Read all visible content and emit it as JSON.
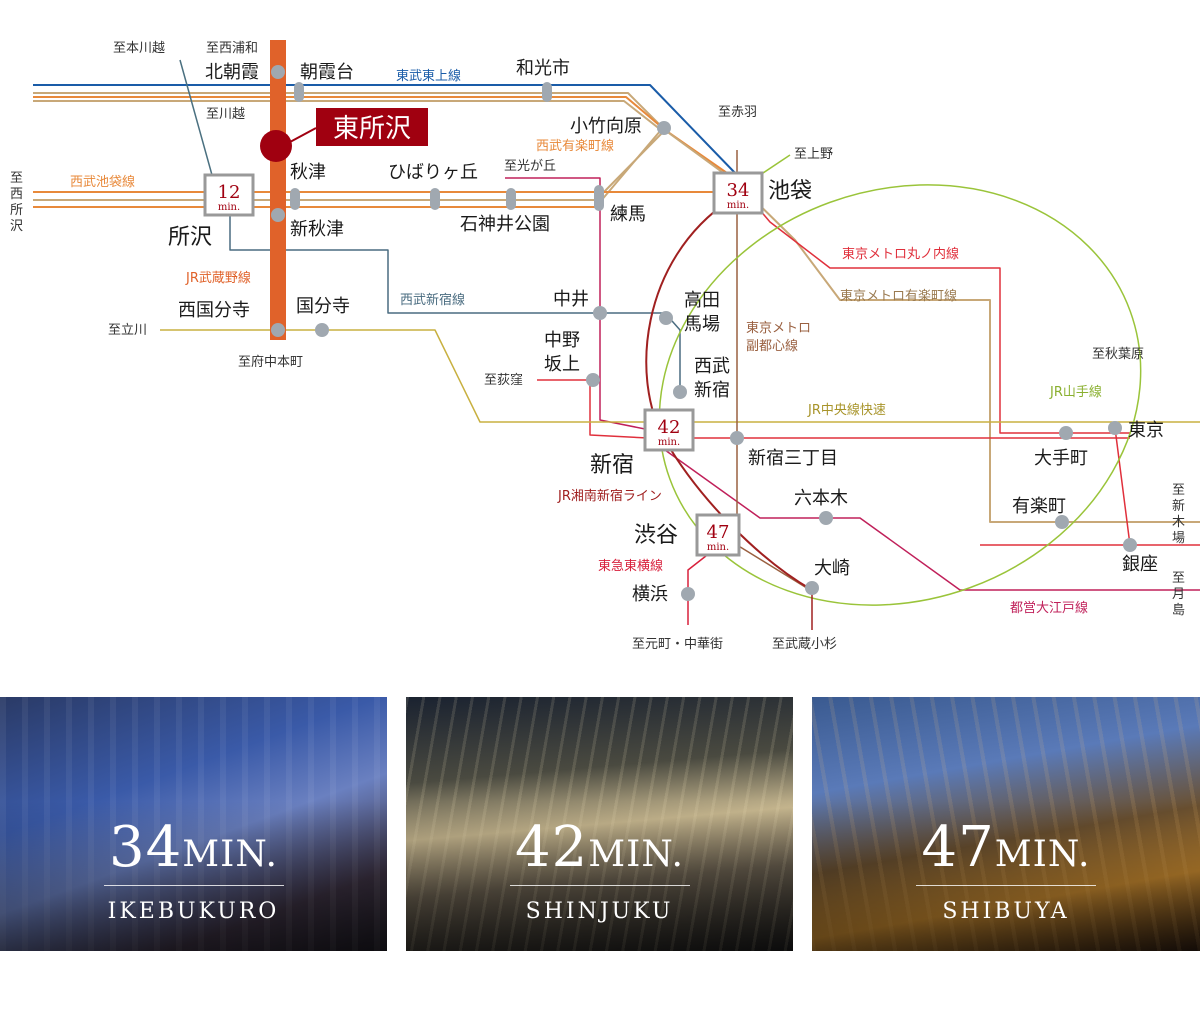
{
  "map": {
    "highlight_station": "東所沢",
    "minutes": {
      "ikebukuro": "34",
      "shinjuku": "42",
      "shibuya": "47",
      "tokorozawa": "12",
      "unit": "min."
    },
    "stations": {
      "kitaasaka": "北朝霞",
      "asakadai": "朝霞台",
      "wakoshi": "和光市",
      "kotakemukaihara": "小竹向原",
      "akitsu": "秋津",
      "hibarigaoka": "ひばりヶ丘",
      "shinakitsu": "新秋津",
      "shakujii": "石神井公園",
      "nerima": "練馬",
      "tokorozawa": "所沢",
      "ikebukuro": "池袋",
      "nishikokubunji": "西国分寺",
      "kokubunji": "国分寺",
      "nakai": "中井",
      "takadanobaba_1": "高田",
      "takadanobaba_2": "馬場",
      "nakanosakaue_1": "中野",
      "nakanosakaue_2": "坂上",
      "nishishinjuku_1": "西武",
      "nishishinjuku_2": "新宿",
      "shinjuku": "新宿",
      "shinjukusanchome": "新宿三丁目",
      "shibuya": "渋谷",
      "roppongi": "六本木",
      "osaki": "大崎",
      "yokohama": "横浜",
      "otemachi": "大手町",
      "tokyo": "東京",
      "yurakucho": "有楽町",
      "ginza": "銀座"
    },
    "directions": {
      "honkawagoe": "至本川越",
      "nishiurawa": "至西浦和",
      "kawagoe": "至川越",
      "akabane": "至赤羽",
      "ueno": "至上野",
      "nishitokorozawa_1": "至",
      "nishitokorozawa_2": "西",
      "nishitokorozawa_3": "所",
      "nishitokorozawa_4": "沢",
      "hikarigaoka": "至光が丘",
      "tachikawa": "至立川",
      "fuchuhonmachi": "至府中本町",
      "ogikubo": "至荻窪",
      "akihabara": "至秋葉原",
      "shinkiba_1": "至",
      "shinkiba_2": "新",
      "shinkiba_3": "木",
      "shinkiba_4": "場",
      "tsukishima_1": "至",
      "tsukishima_2": "月",
      "tsukishima_3": "島",
      "motomachi": "至元町・中華街",
      "musashikosugi": "至武蔵小杉"
    },
    "lines": {
      "tobutojo": "東武東上線",
      "seibuikebukuro": "西武池袋線",
      "seibuyurakucho": "西武有楽町線",
      "jrmusashino": "JR武蔵野線",
      "seibushinjuku": "西武新宿線",
      "marunouchi": "東京メトロ丸ノ内線",
      "metroyurakucho": "東京メトロ有楽町線",
      "fukutoshin_1": "東京メトロ",
      "fukutoshin_2": "副都心線",
      "yamanote": "JR山手線",
      "chuo": "JR中央線快速",
      "shonanshinjuku": "JR湘南新宿ライン",
      "toyoko": "東急東横線",
      "oedo": "都営大江戸線"
    },
    "colors": {
      "musashino": "#e0622a",
      "tobutojo": "#1a5ca8",
      "seibu": "#e8893a",
      "metroyurakucho": "#c8a878",
      "marunouchi": "#e0303c",
      "chuo": "#c8b040",
      "yamanote": "#9ac43a",
      "shonan": "#a02020",
      "oedo": "#c0205a",
      "toyoko": "#d8203c",
      "seibushinjuku": "#4a6c80",
      "fukutoshin": "#9a6040",
      "honkawagoe": "#4a7080",
      "node": "#a0a8b0",
      "highlight": "#a00010"
    }
  },
  "photos": [
    {
      "minutes": "34",
      "unit": "MIN.",
      "name": "IKEBUKURO"
    },
    {
      "minutes": "42",
      "unit": "MIN.",
      "name": "SHINJUKU"
    },
    {
      "minutes": "47",
      "unit": "MIN.",
      "name": "SHIBUYA"
    }
  ]
}
